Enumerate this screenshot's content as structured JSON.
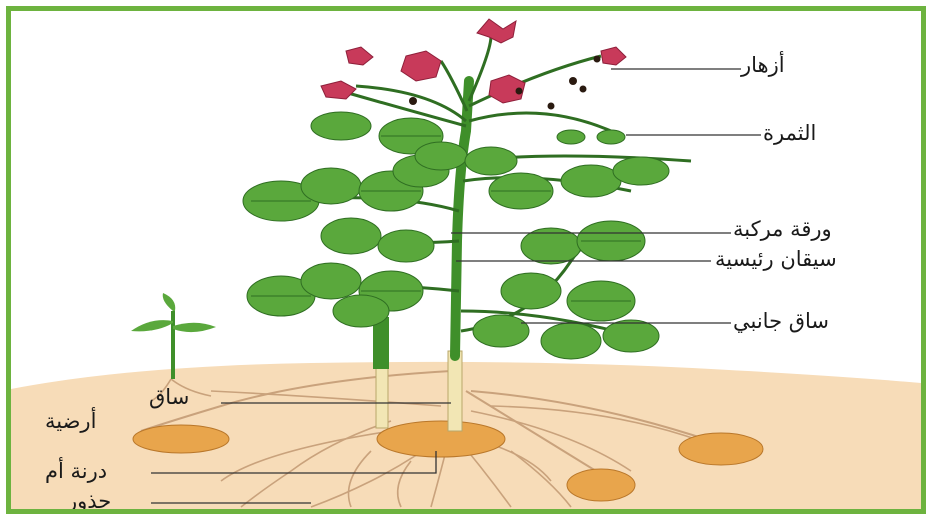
{
  "diagram": {
    "labels": {
      "flowers": "أزهار",
      "fruit": "الثمرة",
      "compound_leaf": "ورقة مركبة",
      "main_stems": "سيقان رئيسية",
      "side_stem": "ساق جانبي",
      "underground_stem_line1": "ساق",
      "underground_stem_line2": "أرضية",
      "mother_tuber": "درنة أم",
      "roots": "جذور"
    },
    "colors": {
      "frame": "#6db33f",
      "soil": "#f7dcb8",
      "leaf": "#5aa83c",
      "leaf_dark": "#2f6e22",
      "stem": "#3f8f2a",
      "flower": "#c83a5a",
      "tuber": "#e8a54c",
      "root": "#c9a27c"
    }
  }
}
